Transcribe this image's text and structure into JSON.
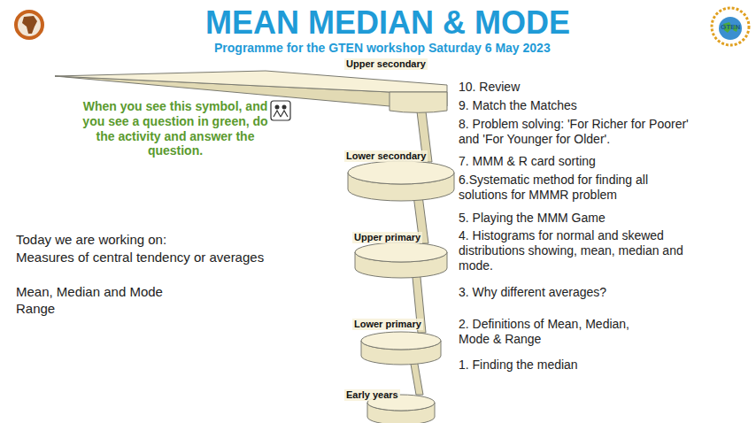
{
  "diagram": {
    "title": "MEAN MEDIAN & MODE",
    "labels": [
      "Programme for the GTEN workshop Saturday 6 May 2023",
      "When you see this symbol, and you see a question in green, do the activity and answer the question.",
      "Today we are working on:",
      "Measures of central tendency or averages",
      "Mean, Median and Mode",
      "Range",
      "Upper secondary",
      "Lower secondary",
      "Upper primary",
      "Lower primary",
      "Early years",
      "10. Review",
      "9. Match the Matches",
      "8. Problem solving: 'For Richer for Poorer' and 'For Younger for Older'.",
      "7. MMM & R card sorting",
      "6.Systematic method for finding all solutions for MMMR problem",
      "5. Playing the MMM Game",
      "4. Histograms for normal and skewed distributions  showing, mean, median and mode.",
      "3. Why different averages?",
      "2. Definitions of Mean, Median, Mode & Range",
      "1. Finding the median",
      "GTEN"
    ]
  }
}
